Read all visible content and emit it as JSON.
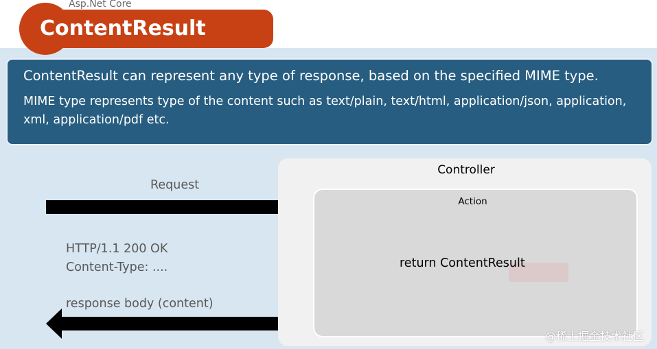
{
  "header": {
    "kicker": "Asp.Net Core",
    "title": "ContentResult"
  },
  "info_box": {
    "line1": "ContentResult can represent any type of response, based on the specified MIME type.",
    "line2": "MIME type represents type of the content such as text/plain, text/html, application/json, application, xml, application/pdf etc."
  },
  "diagram": {
    "request_label": "Request",
    "status_line": "HTTP/1.1  200  OK",
    "content_type_line": "Content-Type: ....",
    "response_body_label": "response body (content)",
    "controller": {
      "label": "Controller",
      "action": {
        "label": "Action",
        "code": "return  ContentResult"
      }
    }
  },
  "colors": {
    "accent": "#c84115",
    "info_box_bg": "#275d80",
    "slide_bg": "#d7e6f1",
    "controller_bg": "#f1f1f1",
    "action_bg": "#d9d9d9",
    "arrow": "#000000"
  },
  "footer": {
    "watermark": "@稀土掘金技术社区"
  }
}
